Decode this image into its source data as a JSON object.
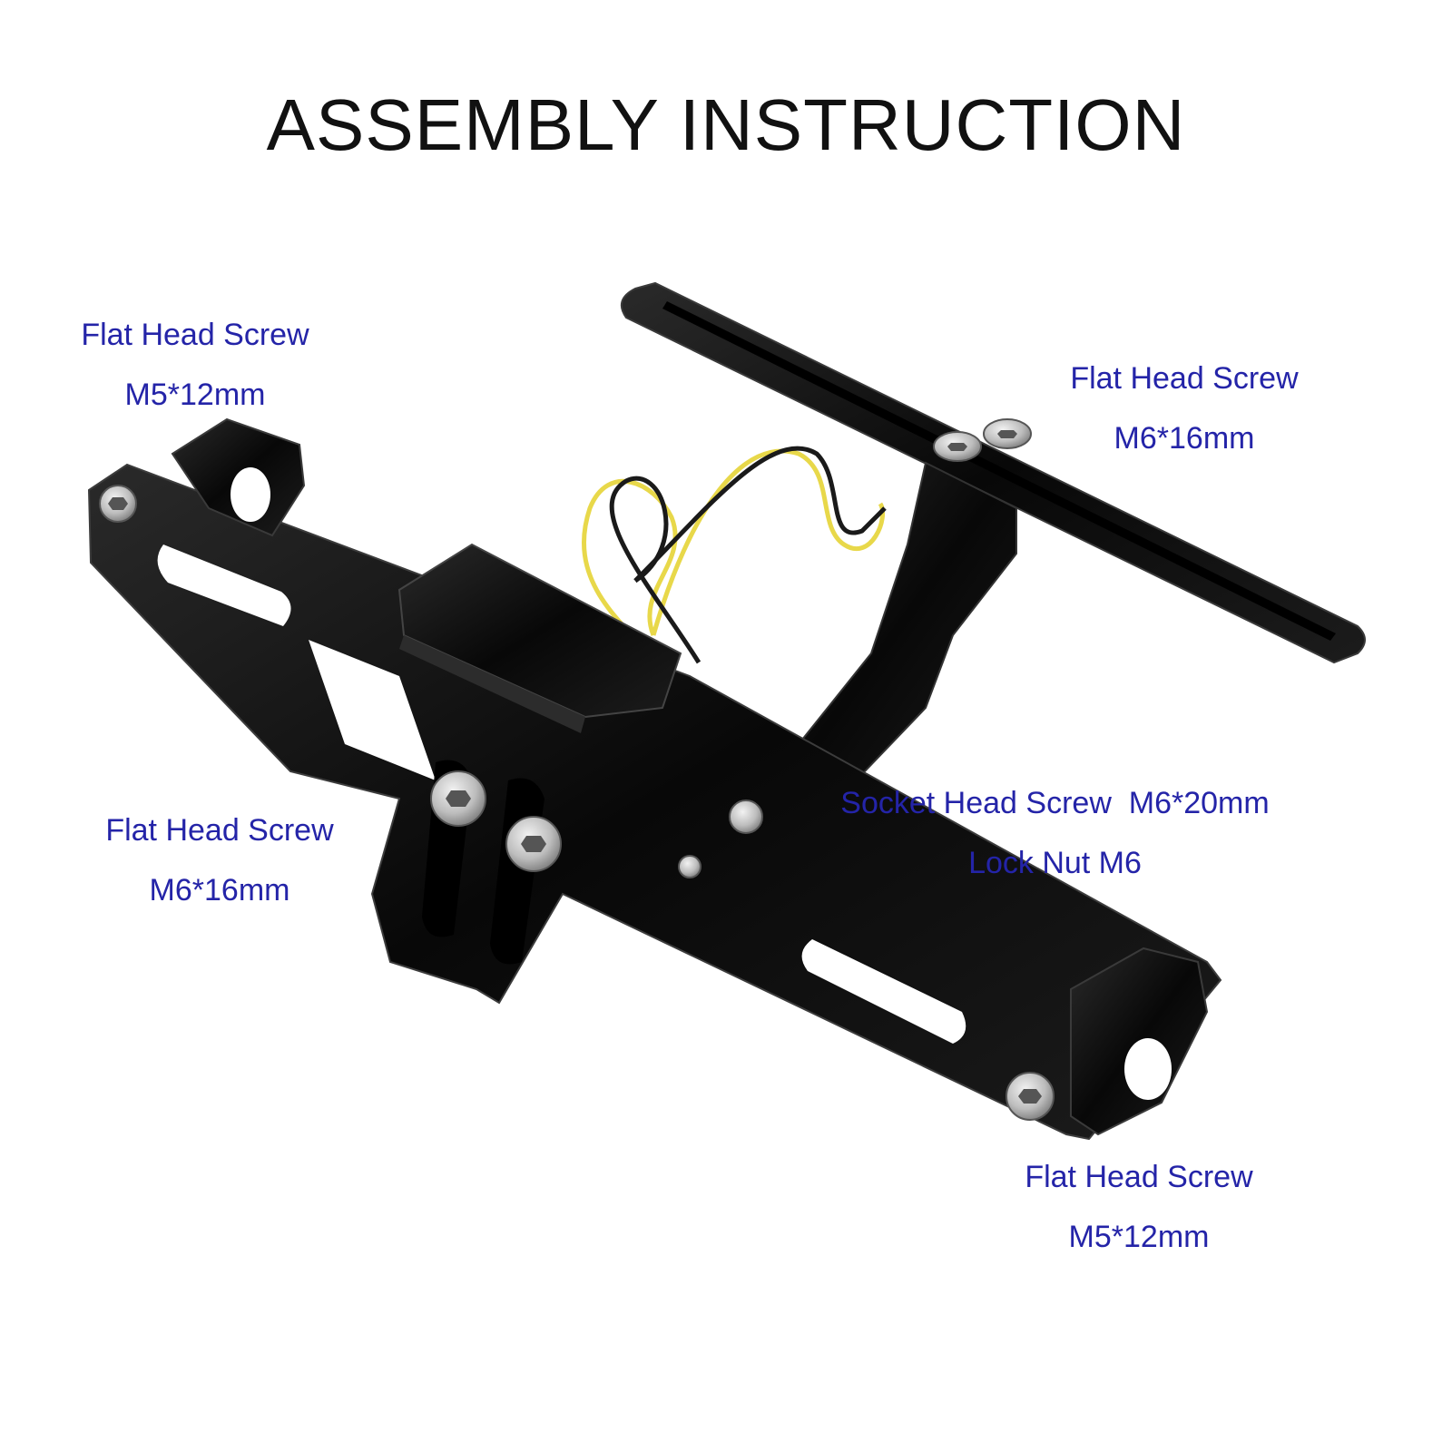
{
  "title": "ASSEMBLY INSTRUCTION",
  "colors": {
    "label_text": "#2424a8",
    "bracket": "#0d0d0d",
    "bracket_highlight": "#4a4a4a",
    "screw": "#c8c8c8",
    "wire_yellow": "#e8d84a",
    "wire_black": "#1a1a1a"
  },
  "callouts": {
    "top_left": {
      "line1": "Flat Head Screw",
      "line2": "M5*12mm"
    },
    "top_right": {
      "line1": "Flat Head Screw",
      "line2": "M6*16mm"
    },
    "middle_left": {
      "line1": "Flat Head Screw",
      "line2": "M6*16mm"
    },
    "middle_right": {
      "line1": "Socket Head Screw  M6*20mm",
      "line2": "Lock Nut M6"
    },
    "bottom_right": {
      "line1": "Flat Head Screw",
      "line2": "M5*12mm"
    }
  }
}
